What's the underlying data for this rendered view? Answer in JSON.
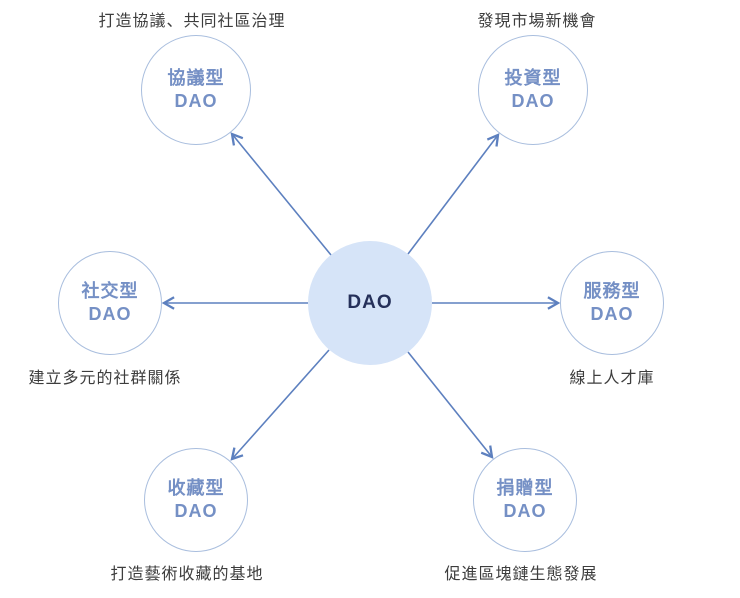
{
  "center": {
    "label": "DAO"
  },
  "nodes": [
    {
      "title": "協議型",
      "sub": "DAO",
      "caption": "打造協議、共同社區治理"
    },
    {
      "title": "投資型",
      "sub": "DAO",
      "caption": "發現市場新機會"
    },
    {
      "title": "社交型",
      "sub": "DAO",
      "caption": "建立多元的社群關係"
    },
    {
      "title": "服務型",
      "sub": "DAO",
      "caption": "線上人才庫"
    },
    {
      "title": "收藏型",
      "sub": "DAO",
      "caption": "打造藝術收藏的基地"
    },
    {
      "title": "捐贈型",
      "sub": "DAO",
      "caption": "促進區塊鏈生態發展"
    }
  ],
  "colors": {
    "arrow": "#5d80bf",
    "node_border": "#a9bede",
    "node_text": "#7590c5",
    "center_fill": "#d6e4f8",
    "center_text": "#25305a",
    "caption_text": "#3d3d3d"
  }
}
